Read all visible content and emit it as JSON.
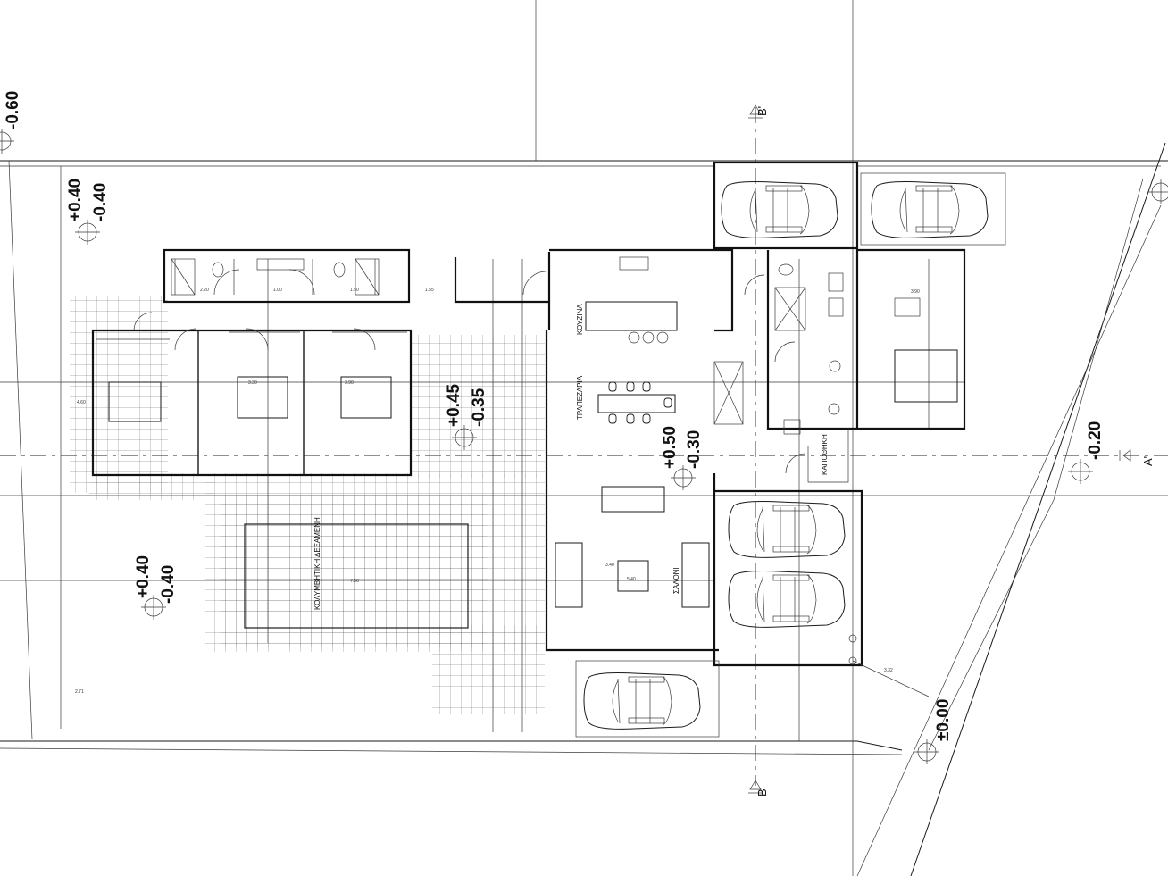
{
  "levels": [
    {
      "id": "minus-060",
      "label": "-0.60"
    },
    {
      "id": "top-left-upper",
      "label": "+0.40"
    },
    {
      "id": "top-left-lower",
      "label": "-0.40"
    },
    {
      "id": "patio-upper",
      "label": "+0.45"
    },
    {
      "id": "patio-lower",
      "label": "-0.35"
    },
    {
      "id": "hall-upper",
      "label": "+0.50"
    },
    {
      "id": "hall-lower",
      "label": "-0.30"
    },
    {
      "id": "pool-upper",
      "label": "+0.40"
    },
    {
      "id": "pool-lower",
      "label": "-0.40"
    },
    {
      "id": "right-level",
      "label": "-0.20"
    },
    {
      "id": "street-level",
      "label": "±0.00"
    }
  ],
  "rooms": {
    "kitchen": "ΚΟΥΖΙΝΑ",
    "dining": "ΤΡΑΠΕΖΑΡΙΑ",
    "living": "ΣΑΛΟΝΙ",
    "pool": "ΚΟΛΥΜΒΗΤΙΚΗ ΔΕΞΑΜΕΝΗ",
    "storage": "ΚΑΠΟΘΗΚΗ"
  },
  "sections": {
    "b_prime_top": "B'",
    "b_bottom": "B",
    "a_prime_right": "A'"
  },
  "dimensions": {
    "d1": "2.20",
    "d2": "1.00",
    "d3": "1.50",
    "d4": "3.30",
    "d5": "3.90",
    "d6": "1.55",
    "d7": "4.60",
    "d8": "3.40",
    "d9": "5.40",
    "d10": "7.50",
    "d11": "3.90",
    "d12": "2.71",
    "d13": "3.32"
  }
}
